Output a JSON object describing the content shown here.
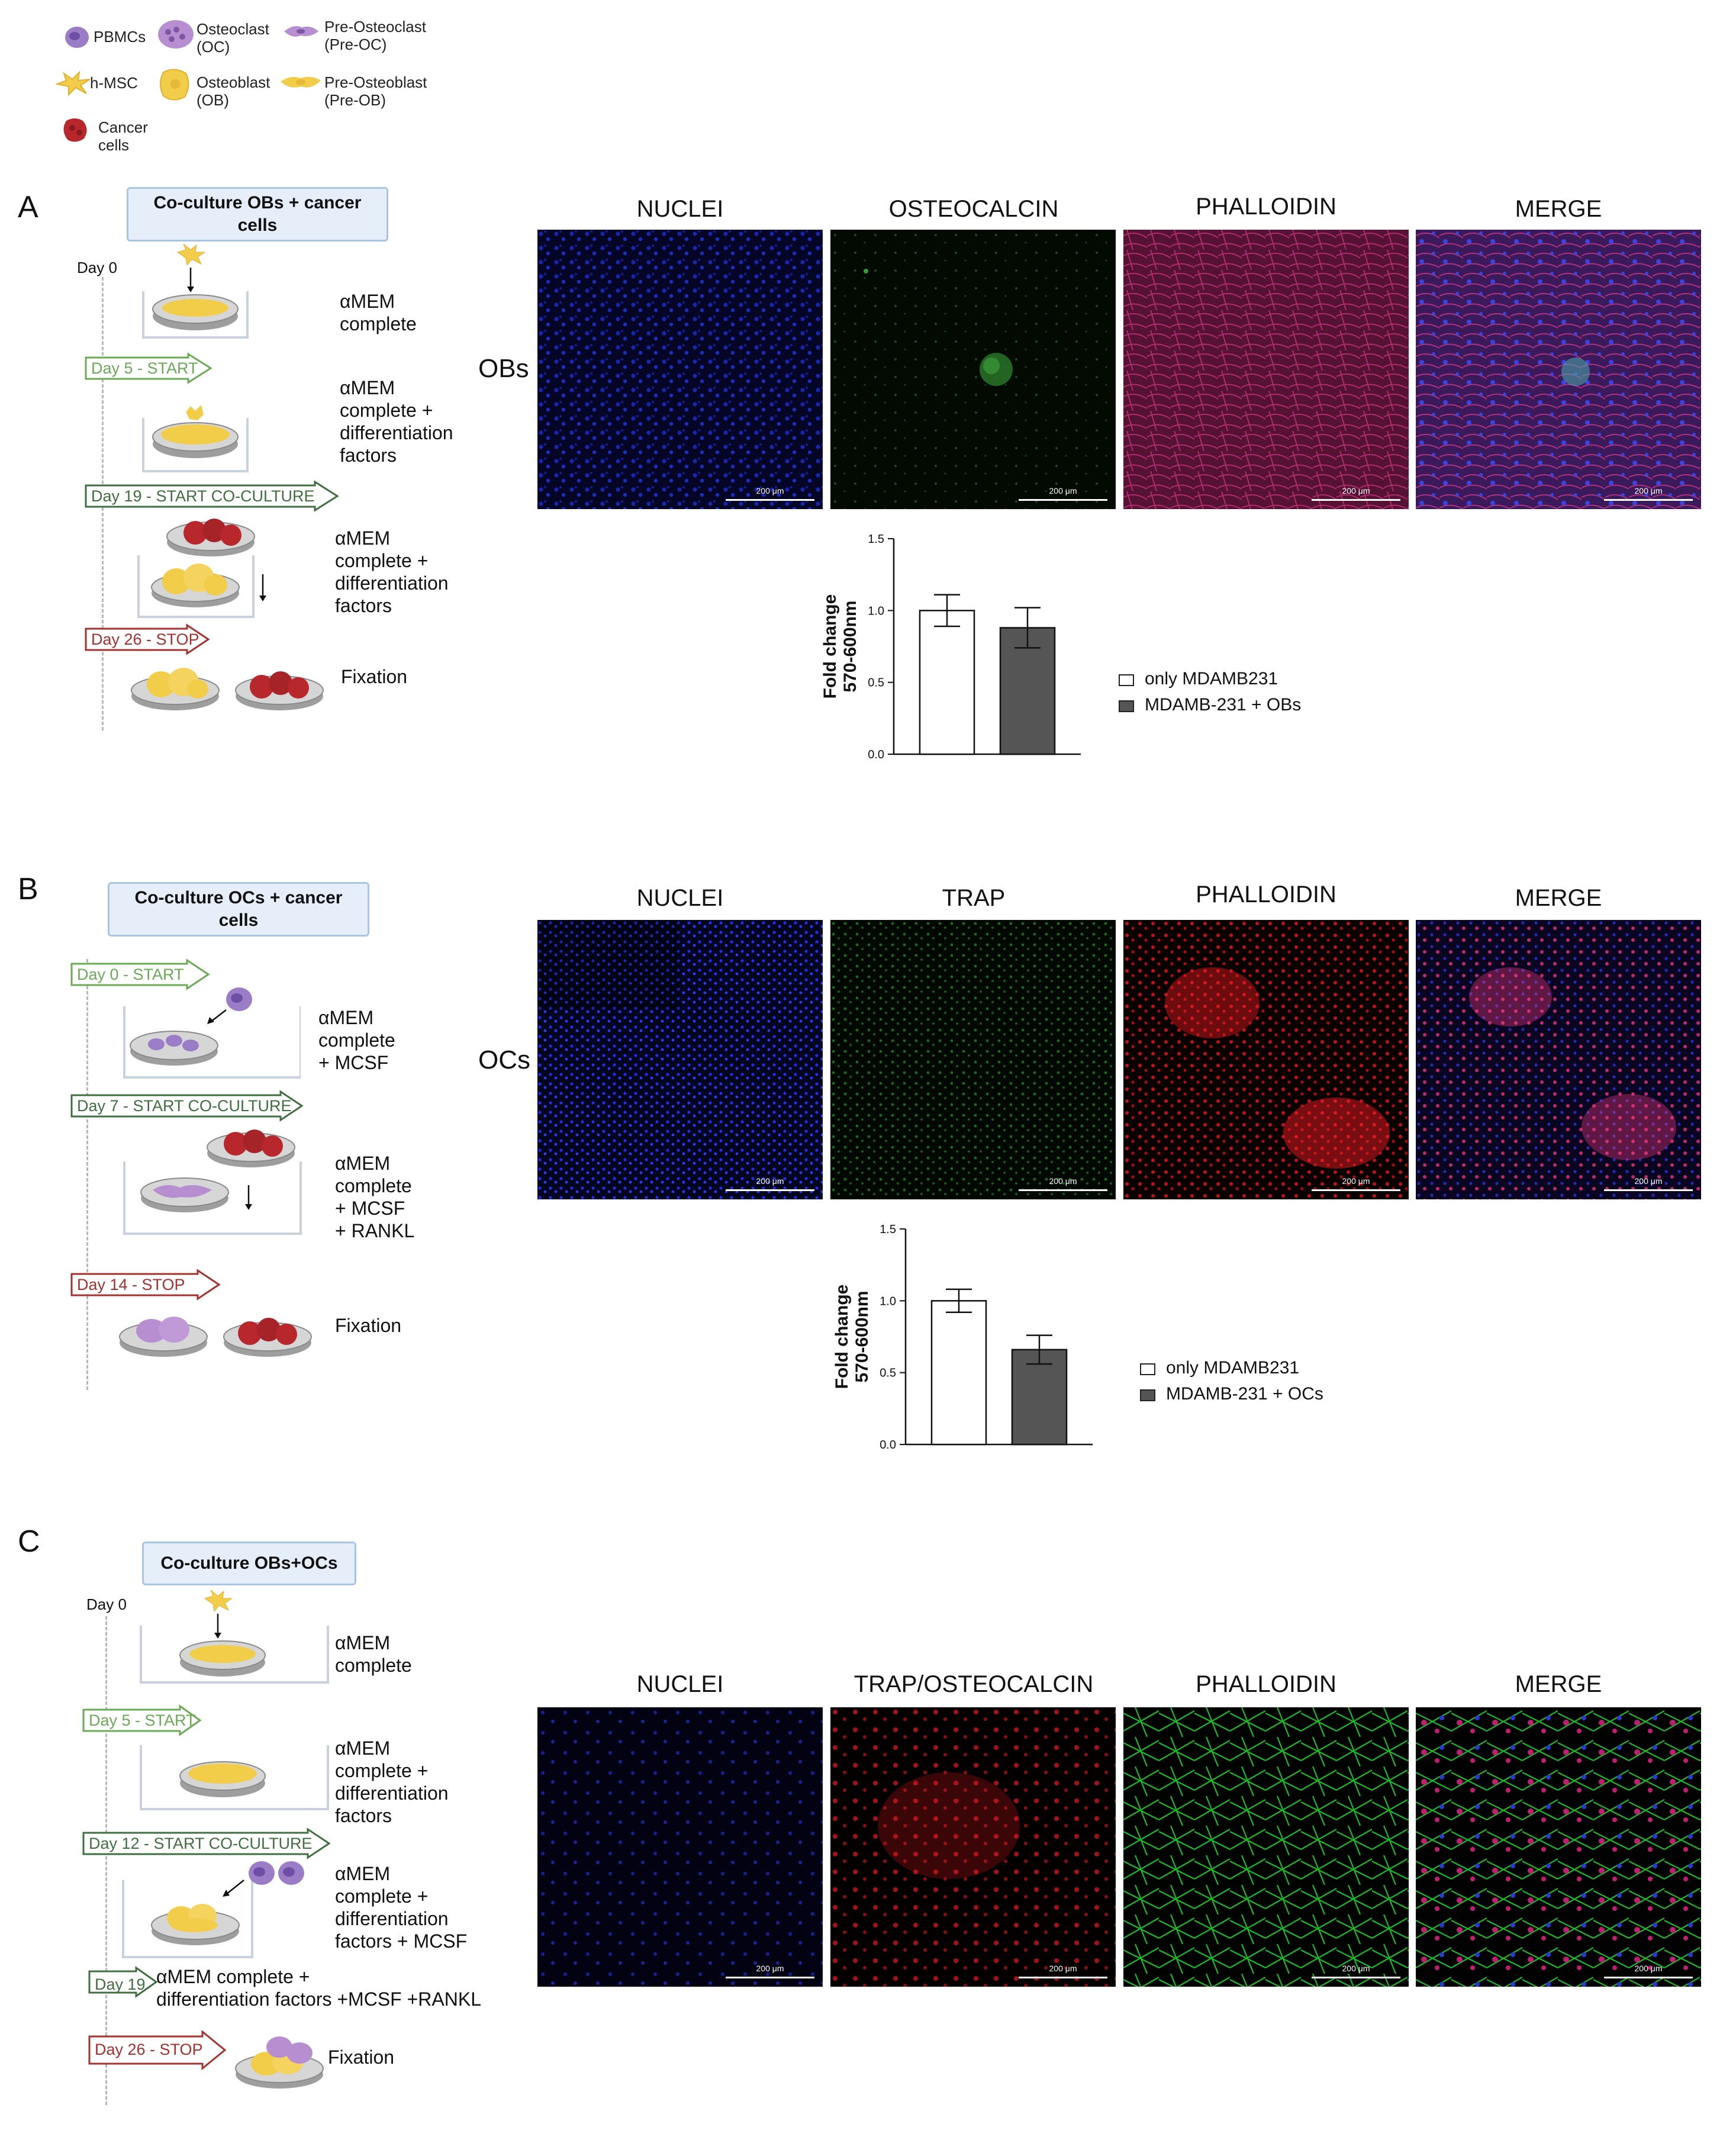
{
  "legend": {
    "pbmcs": "PBMCs",
    "osteoclast": "Osteoclast\n(OC)",
    "pre_osteoclast": "Pre-Osteoclast\n(Pre-OC)",
    "hmsc": "h-MSC",
    "osteoblast": "Osteoblast\n(OB)",
    "pre_osteoblast": "Pre-Osteoblast\n(Pre-OB)",
    "cancer": "Cancer\ncells"
  },
  "colors": {
    "pbmc": "#9b7cc6",
    "osteoclast": "#b78ed0",
    "osteoblast": "#f2cd4a",
    "cancer": "#b8272c",
    "green_arrow": "#6aaa55",
    "dark_green_arrow": "#3f6e3f",
    "red_arrow": "#a5302e",
    "title_box_bg": "#e6eff9",
    "bar_white": "#ffffff",
    "bar_grey": "#555555"
  },
  "panels": {
    "A": {
      "letter": "A",
      "title": "Co-culture OBs + cancer\ncells",
      "steps": [
        {
          "day": "Day 0",
          "medium": "αMEM\ncomplete"
        },
        {
          "day": "Day 5 - START",
          "medium": "αMEM\ncomplete +\ndifferentiation\nfactors"
        },
        {
          "day": "Day 19 - START CO-CULTURE",
          "medium": "αMEM\ncomplete +\ndifferentiation\nfactors"
        },
        {
          "day": "Day 26 - STOP",
          "medium": "Fixation"
        }
      ],
      "row_label": "OBs",
      "columns": [
        "NUCLEI",
        "OSTEOCALCIN",
        "PHALLOIDIN",
        "MERGE"
      ],
      "scale_text": "200 μm"
    },
    "B": {
      "letter": "B",
      "title": "Co-culture OCs + cancer\ncells",
      "steps": [
        {
          "day": "Day 0 - START",
          "medium": "αMEM\ncomplete\n+ MCSF"
        },
        {
          "day": "Day 7 - START CO-CULTURE",
          "medium": "αMEM\ncomplete\n+ MCSF\n+ RANKL"
        },
        {
          "day": "Day 14 - STOP",
          "medium": "Fixation"
        }
      ],
      "row_label": "OCs",
      "columns": [
        "NUCLEI",
        "TRAP",
        "PHALLOIDIN",
        "MERGE"
      ],
      "scale_text": "200 μm"
    },
    "C": {
      "letter": "C",
      "title": "Co-culture OBs+OCs",
      "steps": [
        {
          "day": "Day 0",
          "medium": "αMEM\ncomplete"
        },
        {
          "day": "Day 5 - START",
          "medium": "αMEM\ncomplete +\ndifferentiation\nfactors"
        },
        {
          "day": "Day 12 - START CO-CULTURE",
          "medium": "αMEM\ncomplete +\ndifferentiation\nfactors + MCSF"
        },
        {
          "day": "Day 19",
          "medium": "αMEM complete +\ndifferentiation factors +MCSF +RANKL"
        },
        {
          "day": "Day 26 - STOP",
          "medium": "Fixation"
        }
      ],
      "columns": [
        "NUCLEI",
        "TRAP/OSTEOCALCIN",
        "PHALLOIDIN",
        "MERGE"
      ],
      "scale_text": "200 μm"
    }
  },
  "chart_data": [
    {
      "type": "bar",
      "panel": "A",
      "categories": [
        "only MDAMB231",
        "MDAMB-231 + OBs"
      ],
      "values": [
        1.0,
        0.88
      ],
      "errors": [
        0.11,
        0.14
      ],
      "ylabel": "Fold change\n570-600nm",
      "ylim": [
        0,
        1.5
      ],
      "yticks": [
        "0.0",
        "0.5",
        "1.0",
        "1.5"
      ],
      "legend": [
        "only MDAMB231",
        "MDAMB-231 + OBs"
      ],
      "legend_position": "right"
    },
    {
      "type": "bar",
      "panel": "B",
      "categories": [
        "only MDAMB231",
        "MDAMB-231 + OCs"
      ],
      "values": [
        1.0,
        0.66
      ],
      "errors": [
        0.08,
        0.1
      ],
      "ylabel": "Fold change\n570-600nm",
      "ylim": [
        0,
        1.5
      ],
      "yticks": [
        "0.0",
        "0.5",
        "1.0",
        "1.5"
      ],
      "legend": [
        "only MDAMB231",
        "MDAMB-231 + OCs"
      ],
      "legend_position": "right"
    }
  ]
}
